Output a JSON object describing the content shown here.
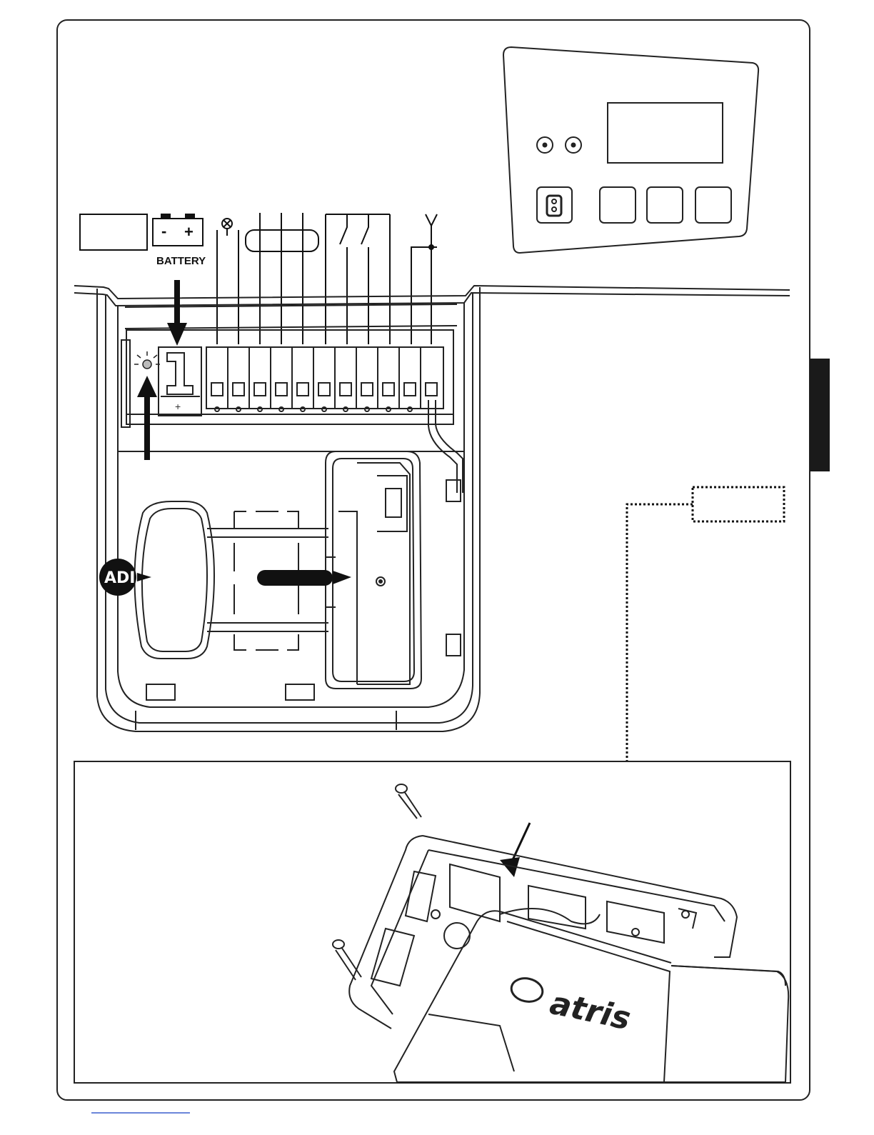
{
  "diagram": {
    "battery_label": "BATTERY",
    "adi_badge": "ADI",
    "brand_logo_text": "atris",
    "battery_polarity": {
      "minus": "-",
      "plus": "+"
    },
    "battery_connector_mark": "+",
    "terminal_count": 11,
    "control_panel": {
      "leds": 2,
      "buttons": 4
    },
    "colors": {
      "line": "#111111",
      "frame": "#222222",
      "side_tab": "#1a1a1a",
      "link_underline": "#3a5fcd"
    }
  }
}
